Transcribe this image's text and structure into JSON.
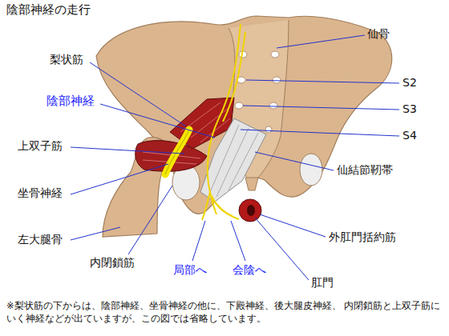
{
  "diagram": {
    "title": "陰部神経の走行",
    "caption": "※梨状筋の下からは、陰部神経、坐骨神経の他に、下殿神経、後大腿皮神経、 内閉鎖筋と上双子筋にいく神経などが出ていますが、この図では省略しています。",
    "labels": [
      "仙骨",
      "梨状筋",
      "陰部神経",
      "S2",
      "S3",
      "S4",
      "上双子筋",
      "仙結節靭帯",
      "坐骨神経",
      "左大腿骨",
      "外肛門括約筋",
      "内閉鎖筋",
      "局部へ",
      "会陰へ",
      "肛門"
    ]
  }
}
